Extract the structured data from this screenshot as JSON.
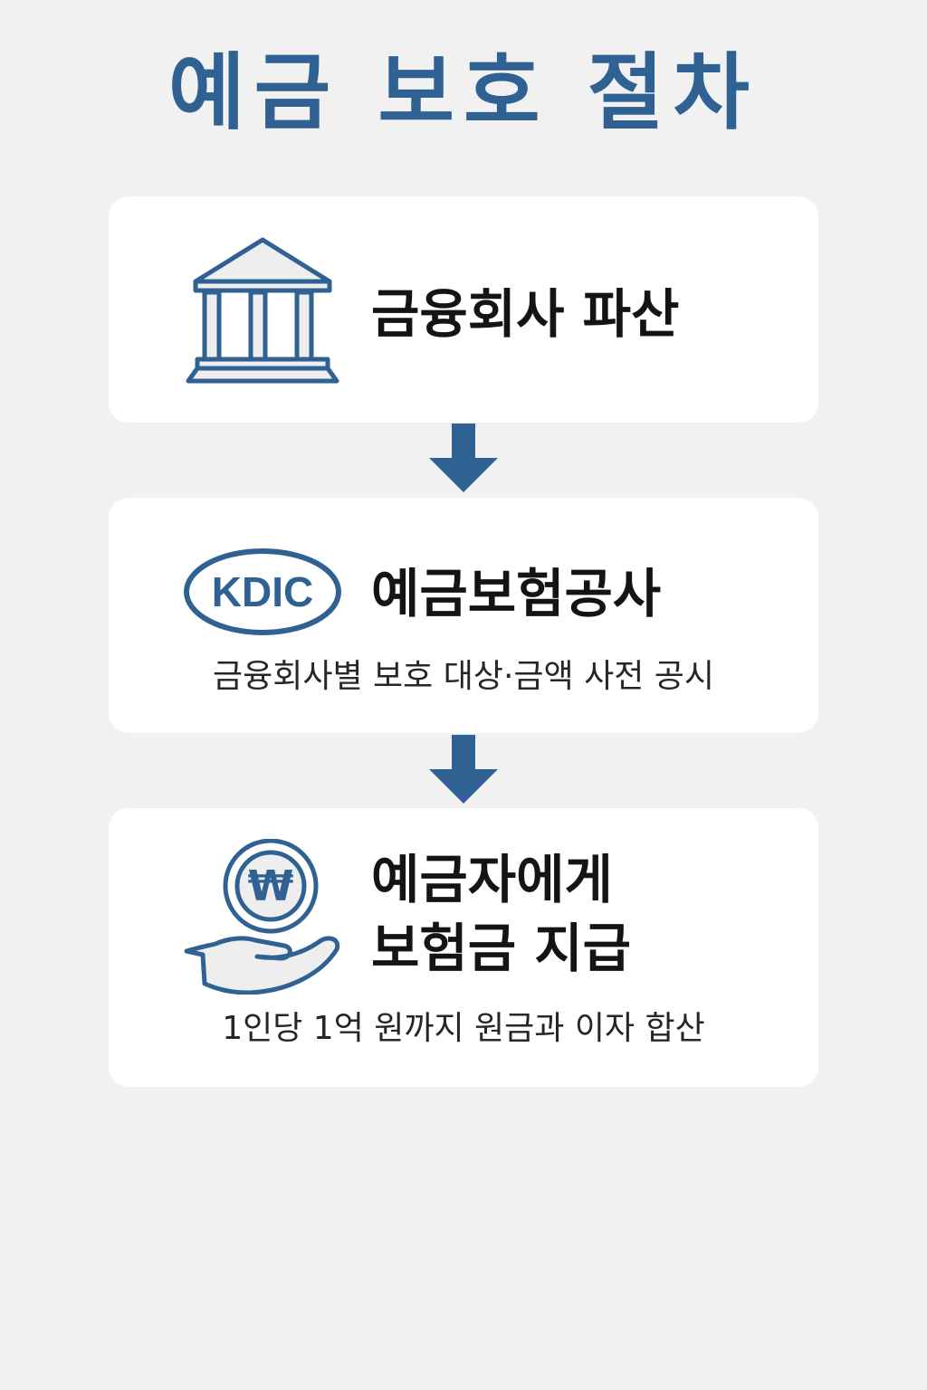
{
  "title": "예금 보호 절차",
  "colors": {
    "accent": "#2f6193",
    "background": "#f1f1f1",
    "card": "#ffffff",
    "text": "#141414",
    "icon_fill": "#eeeeee"
  },
  "steps": [
    {
      "icon": "bank-building-icon",
      "title": "금융회사 파산"
    },
    {
      "icon": "kdic-logo",
      "logo_text": "KDIC",
      "title": "예금보험공사",
      "description": "금융회사별 보호 대상·금액 사전 공시"
    },
    {
      "icon": "hand-won-coin-icon",
      "coin_symbol": "₩",
      "title_line1": "예금자에게",
      "title_line2": "보험금 지급",
      "description": "1인당 1억 원까지 원금과 이자 합산"
    }
  ],
  "arrows": [
    "arrow-down-icon",
    "arrow-down-icon"
  ]
}
